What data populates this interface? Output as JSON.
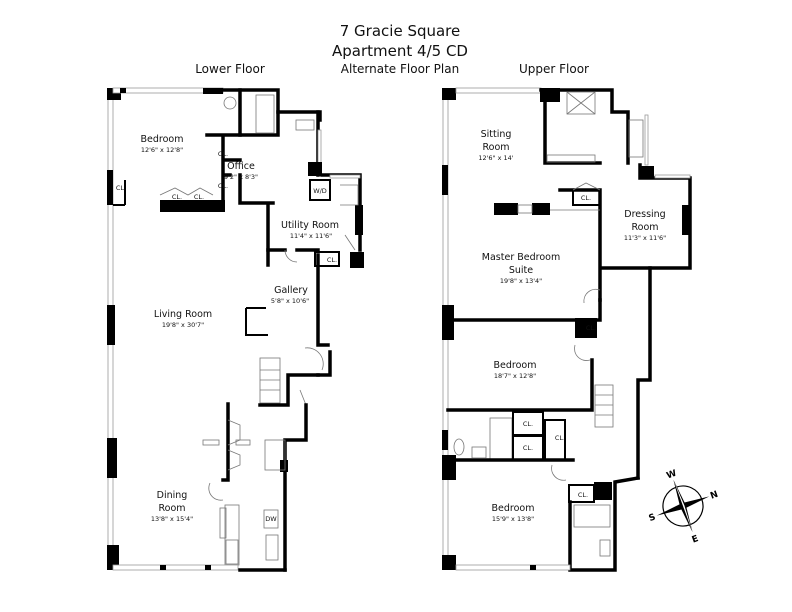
{
  "header": {
    "title_line1": "7 Gracie Square",
    "title_line2": "Apartment 4/5 CD",
    "subtitle": "Alternate Floor Plan"
  },
  "lower_floor": {
    "label": "Lower Floor",
    "rooms": [
      {
        "name": "Bedroom",
        "dims": "12'6\" x 12'8\""
      },
      {
        "name": "Office",
        "dims": "9'2\" x 8'3\""
      },
      {
        "name": "Utility Room",
        "dims": "11'4\" x 11'6\""
      },
      {
        "name": "Gallery",
        "dims": "5'8\" x 10'6\""
      },
      {
        "name": "Living Room",
        "dims": "19'8\" x 30'7\""
      },
      {
        "name_line1": "Dining",
        "name_line2": "Room",
        "dims": "13'8\" x 15'4\""
      }
    ],
    "closet_label": "CL.",
    "washer_dryer_label": "W/D",
    "dishwasher_label": "DW"
  },
  "upper_floor": {
    "label": "Upper Floor",
    "rooms": [
      {
        "name_line1": "Sitting",
        "name_line2": "Room",
        "dims": "12'6\" x 14'"
      },
      {
        "name_line1": "Master Bedroom",
        "name_line2": "Suite",
        "dims": "19'8\" x 13'4\""
      },
      {
        "name_line1": "Dressing",
        "name_line2": "Room",
        "dims": "11'3\" x 11'6\""
      },
      {
        "name": "Bedroom",
        "dims": "18'7\" x 12'8\""
      },
      {
        "name": "Bedroom",
        "dims": "15'9\" x 13'8\""
      }
    ],
    "closet_label": "CL."
  },
  "compass": {
    "n": "N",
    "s": "S",
    "e": "E",
    "w": "W"
  }
}
